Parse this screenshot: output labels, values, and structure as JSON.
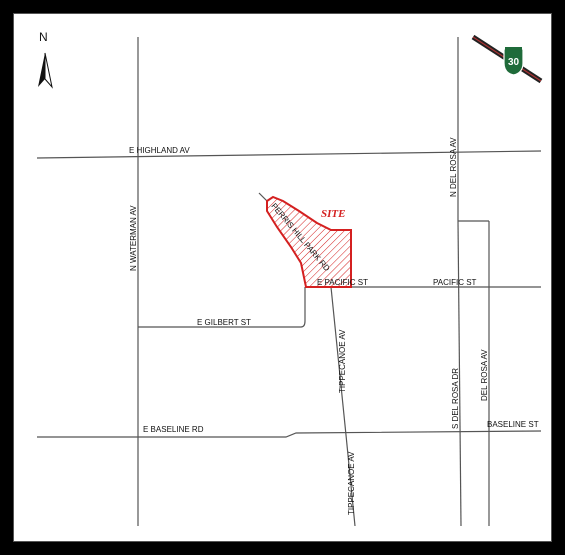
{
  "map": {
    "north_label": "N",
    "shield": {
      "number": "30",
      "color": "#1f6b3a",
      "icon": "highway-shield-icon"
    },
    "site": {
      "label": "SITE",
      "color": "#d42020",
      "hatch": "#d42020"
    },
    "streets": {
      "highland": "E HIGHLAND AV",
      "waterman": "N WATERMAN AV",
      "del_rosa_n": "N DEL ROSA AV",
      "perris_hill": "PERRIS HILL PARK RD",
      "pacific_e": "E PACIFIC ST",
      "pacific": "PACIFIC ST",
      "gilbert": "E GILBERT ST",
      "tippecanoe_1": "TIPPECANOE AV",
      "tippecanoe_2": "TIPPECANOE AV",
      "s_del_rosa": "S DEL ROSA DR",
      "del_rosa": "DEL ROSA AV",
      "baseline_e": "E BASELINE RD",
      "baseline": "BASELINE ST"
    }
  }
}
